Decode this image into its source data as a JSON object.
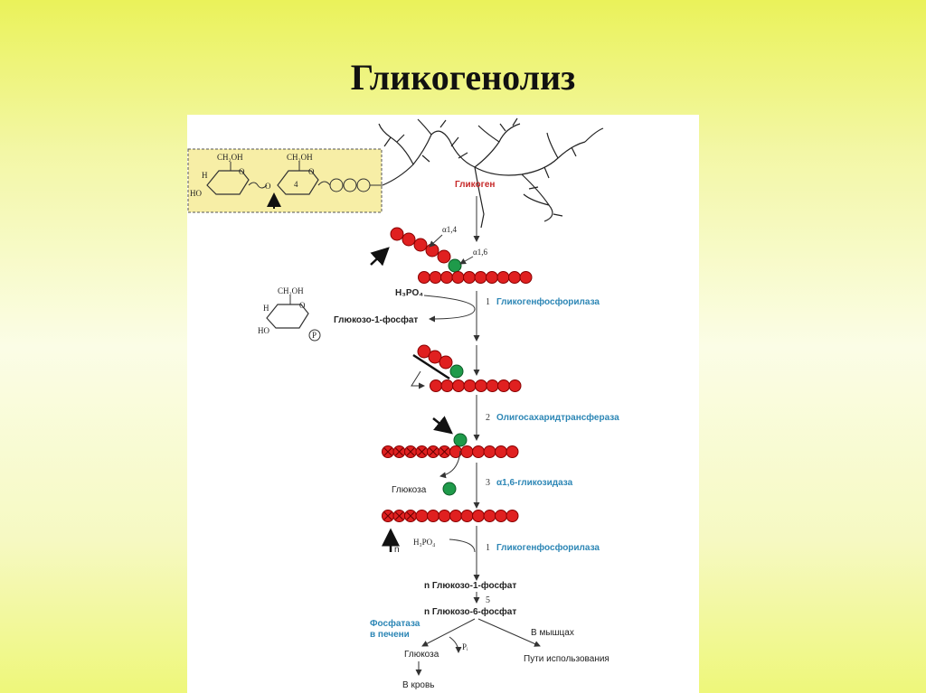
{
  "slide": {
    "title": "Гликогенолиз"
  },
  "diagram": {
    "glycogen_label": "Гликоген",
    "bond_a14": "α1,4",
    "bond_a16": "α1,6",
    "h3po4": "H₃PO₄",
    "h3po4_small": "H₃PO₄",
    "glucose1p_label": "Глюкозо-1-фосфат",
    "glucose_label": "Глюкоза",
    "n_label": "n",
    "n_glucose1p": "n Глюкозо-1-фосфат",
    "n_glucose6p": "n Глюкозо-6-фосфат",
    "pi_label": "Pᵢ",
    "to_muscles": "В мышцах",
    "usage_paths": "Пути использования",
    "free_glucose": "Глюкоза",
    "to_blood": "В кровь",
    "steps": [
      {
        "num": "1",
        "enzyme": "Гликогенфосфорилаза"
      },
      {
        "num": "2",
        "enzyme": "Олигосахаридтрансфераза"
      },
      {
        "num": "3",
        "enzyme": "α1,6-гликозидаза"
      },
      {
        "num": "1",
        "enzyme": "Гликогенфосфорилаза"
      },
      {
        "num": "5",
        "enzyme": ""
      }
    ],
    "phosphatase": [
      "Фосфатаза",
      "в печени"
    ],
    "structure": {
      "ch2oh": "CH₂OH",
      "h": "H",
      "ho": "HO",
      "o": "O",
      "ring_num": "4",
      "p": "P"
    },
    "colors": {
      "residue": "#e02020",
      "branch_residue": "#1f9a4a",
      "enzyme_text": "#2c86b5",
      "inset_bg": "#f7eea6"
    }
  }
}
